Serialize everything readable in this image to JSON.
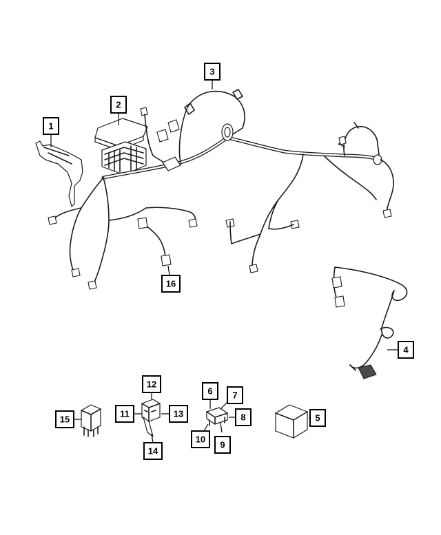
{
  "callouts": [
    {
      "id": "1",
      "label": "1"
    },
    {
      "id": "2",
      "label": "2"
    },
    {
      "id": "3",
      "label": "3"
    },
    {
      "id": "4",
      "label": "4"
    },
    {
      "id": "5",
      "label": "5"
    },
    {
      "id": "6",
      "label": "6"
    },
    {
      "id": "7",
      "label": "7"
    },
    {
      "id": "8",
      "label": "8"
    },
    {
      "id": "9",
      "label": "9"
    },
    {
      "id": "10",
      "label": "10"
    },
    {
      "id": "11",
      "label": "11"
    },
    {
      "id": "12",
      "label": "12"
    },
    {
      "id": "13",
      "label": "13"
    },
    {
      "id": "14",
      "label": "14"
    },
    {
      "id": "15",
      "label": "15"
    },
    {
      "id": "16",
      "label": "16"
    }
  ],
  "parts": [
    {
      "callout": "1",
      "name": "harness-bracket"
    },
    {
      "callout": "2",
      "name": "fuse-box-cover"
    },
    {
      "callout": "3",
      "name": "main-wiring-harness"
    },
    {
      "callout": "4",
      "name": "jumper-wiring-harness"
    },
    {
      "callout": "5",
      "name": "relay-module"
    },
    {
      "callout": "6",
      "name": "fuse-small"
    },
    {
      "callout": "7",
      "name": "fuse-small"
    },
    {
      "callout": "8",
      "name": "fuse-small"
    },
    {
      "callout": "9",
      "name": "fuse-small"
    },
    {
      "callout": "10",
      "name": "fuse-small"
    },
    {
      "callout": "11",
      "name": "micro-relay"
    },
    {
      "callout": "12",
      "name": "micro-relay"
    },
    {
      "callout": "13",
      "name": "micro-relay"
    },
    {
      "callout": "14",
      "name": "micro-relay"
    },
    {
      "callout": "15",
      "name": "mini-relay"
    },
    {
      "callout": "16",
      "name": "sensor-pigtail-harness"
    }
  ],
  "colors": {
    "line": "#1a1a1a",
    "background": "#ffffff"
  }
}
